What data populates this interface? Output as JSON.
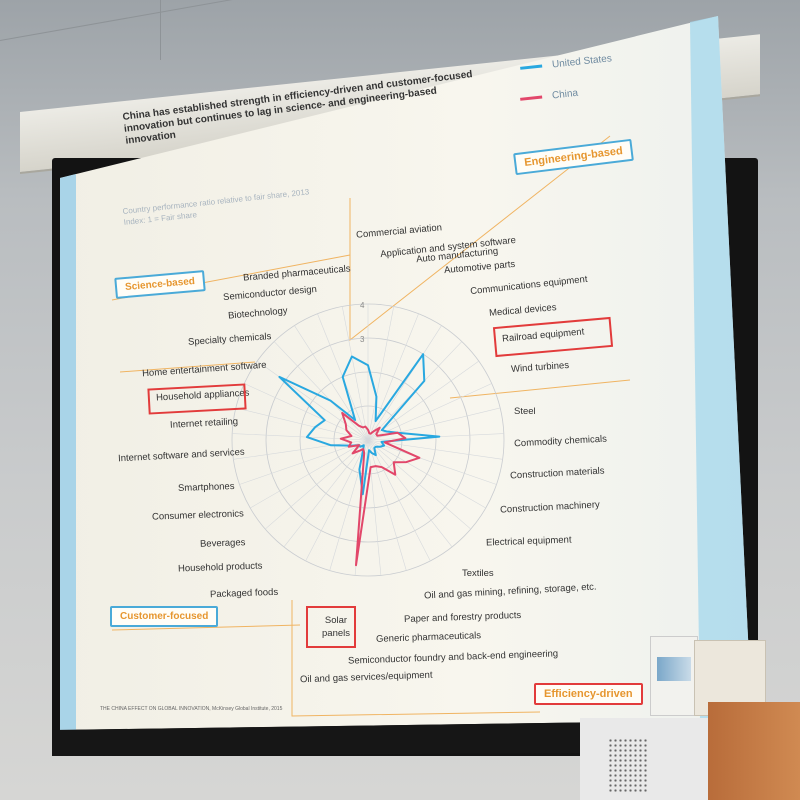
{
  "slide": {
    "title": "China has established strength in efficiency-driven and customer-focused innovation but continues to lag in science- and engineering-based innovation",
    "subtitle_line1": "Country performance ratio relative to fair share, 2013",
    "subtitle_line2": "Index: 1 = Fair share",
    "footnote": "THE CHINA EFFECT ON GLOBAL INNOVATION, McKinsey Global Institute, 2015"
  },
  "legend": {
    "items": [
      {
        "label": "United States",
        "color": "#29a8e0"
      },
      {
        "label": "China",
        "color": "#e2476a"
      }
    ]
  },
  "categories": {
    "science": "Science-based",
    "engineering": "Engineering-based",
    "customer": "Customer-focused",
    "efficiency": "Efficiency-driven"
  },
  "axes": {
    "science": [
      "Branded pharmaceuticals",
      "Semiconductor design",
      "Biotechnology",
      "Specialty chemicals"
    ],
    "engineering": [
      "Commercial aviation",
      "Application and system software",
      "Auto manufacturing",
      "Automotive parts",
      "Communications equipment",
      "Medical devices",
      "Railroad equipment",
      "Wind turbines"
    ],
    "customer": [
      "Home entertainment software",
      "Household appliances",
      "Internet retailing",
      "Internet software and services",
      "Smartphones",
      "Consumer electronics",
      "Beverages",
      "Household products",
      "Packaged foods"
    ],
    "efficiency": [
      "Steel",
      "Commodity chemicals",
      "Construction materials",
      "Construction machinery",
      "Electrical equipment",
      "Textiles",
      "Oil and gas mining, refining, storage, etc.",
      "Paper and forestry products",
      "Generic pharmaceuticals",
      "Semiconductor foundry and back-end engineering",
      "Oil and gas services/equipment"
    ],
    "solar": "Solar panels"
  },
  "radar": {
    "scale_labels": [
      "4",
      "3"
    ],
    "united_states": [
      2.2,
      1.3,
      0.6,
      3.0,
      2.4,
      0.5,
      0.6,
      0.9,
      2.1,
      0.4,
      0.5,
      0.4,
      0.3,
      0.3,
      0.5,
      0.4,
      0.3,
      1.6,
      0.9,
      0.3,
      0.2,
      0.3,
      0.3,
      0.5,
      1.1,
      1.8,
      1.6,
      1.4,
      3.2,
      1.6,
      0.7,
      2.0,
      2.5
    ],
    "china": [
      0.3,
      0.2,
      0.2,
      0.3,
      0.5,
      0.3,
      0.3,
      0.9,
      1.1,
      0.5,
      1.6,
      1.3,
      1.0,
      1.3,
      0.9,
      0.8,
      0.8,
      3.7,
      0.4,
      0.3,
      0.4,
      0.6,
      0.3,
      0.6,
      0.5,
      0.8,
      0.5,
      0.7,
      0.8,
      1.1,
      0.5,
      0.4,
      0.4
    ]
  }
}
